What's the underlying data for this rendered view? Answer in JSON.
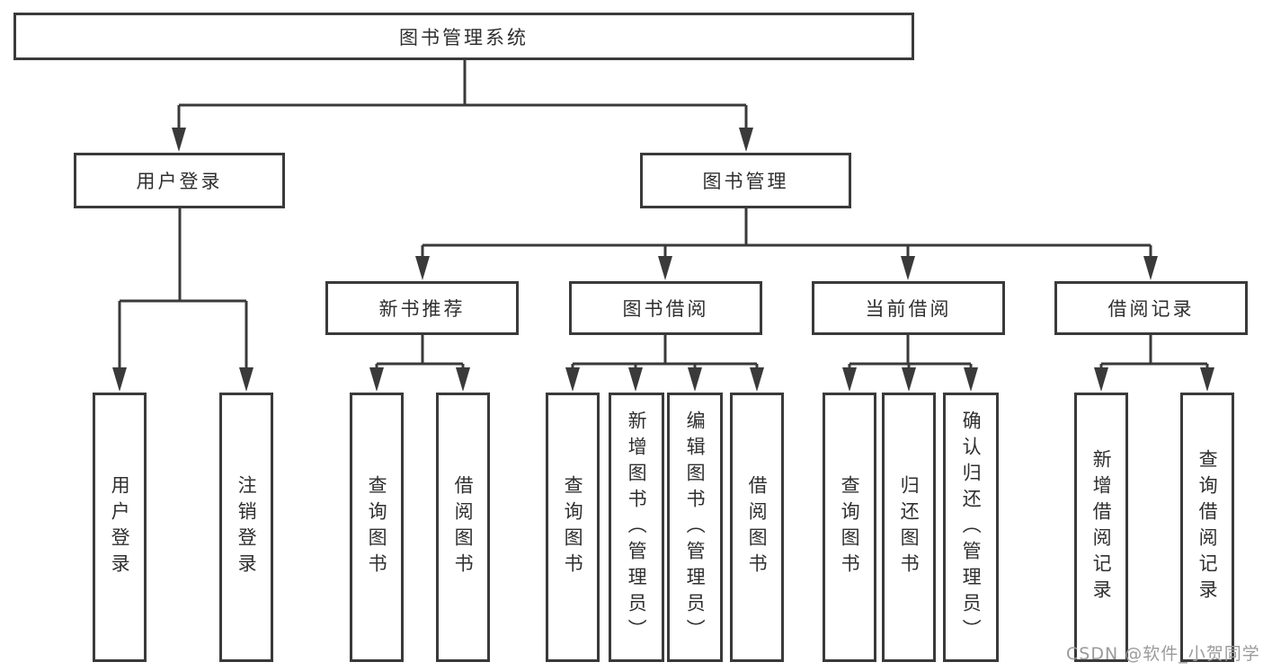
{
  "tree": {
    "label": "图书管理系统",
    "children": [
      {
        "label": "用户登录",
        "children": [
          {
            "label": "用户登录"
          },
          {
            "label": "注销登录"
          }
        ]
      },
      {
        "label": "图书管理",
        "children": [
          {
            "label": "新书推荐",
            "children": [
              {
                "label": "查询图书"
              },
              {
                "label": "借阅图书"
              }
            ]
          },
          {
            "label": "图书借阅",
            "children": [
              {
                "label": "查询图书"
              },
              {
                "label": "新增图书（管理员）"
              },
              {
                "label": "编辑图书（管理员）"
              },
              {
                "label": "借阅图书"
              }
            ]
          },
          {
            "label": "当前借阅",
            "children": [
              {
                "label": "查询图书"
              },
              {
                "label": "归还图书"
              },
              {
                "label": "确认归还（管理员）"
              }
            ]
          },
          {
            "label": "借阅记录",
            "children": [
              {
                "label": "新增借阅记录"
              },
              {
                "label": "查询借阅记录"
              }
            ]
          }
        ]
      }
    ]
  },
  "watermark": {
    "text": "CSDN @软件_小贺同学"
  },
  "colors": {
    "line": "#3a3a3a",
    "text": "#2f2f2f",
    "watermark": "#9b9b9b",
    "background": "#ffffff"
  }
}
